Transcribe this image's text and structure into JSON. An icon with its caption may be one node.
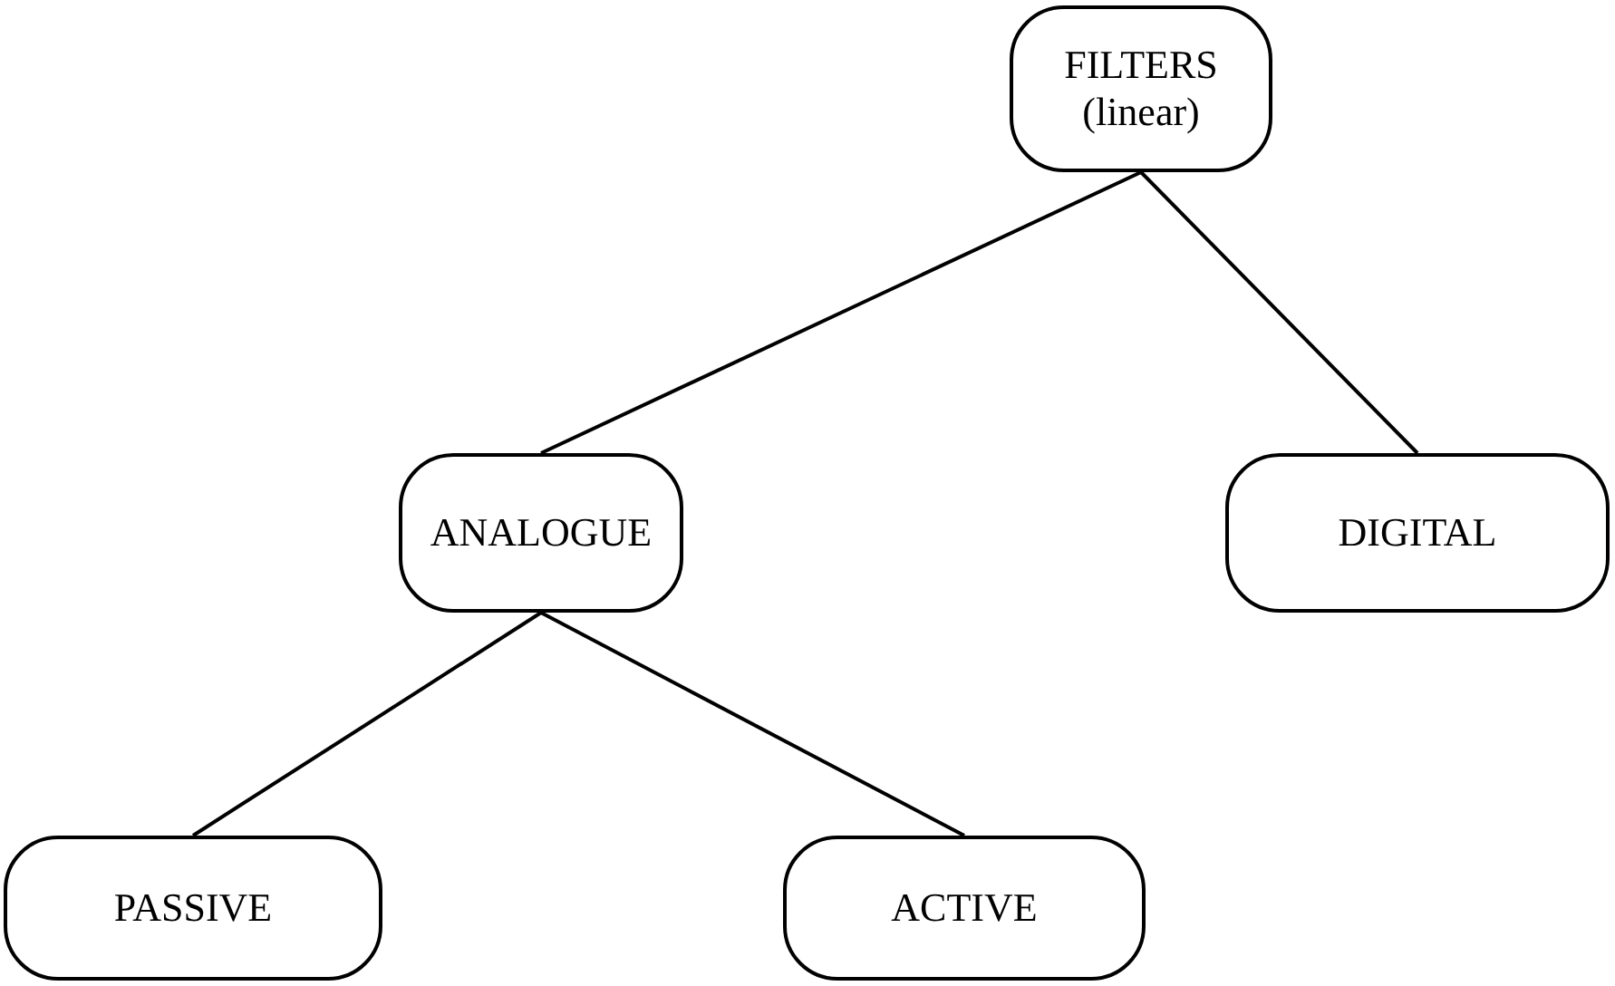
{
  "diagram": {
    "nodes": [
      {
        "text": [
          "FILTERS (linear)"
        ]
      },
      {
        "text": [
          "ANALOGUE"
        ]
      },
      {
        "text": [
          "DIGITAL"
        ]
      },
      {
        "text": [
          "PASSIVE"
        ]
      },
      {
        "text": [
          "ACTIVE"
        ]
      }
    ],
    "edges": [
      {
        "from": 0,
        "to": 1,
        "arrow": "none"
      },
      {
        "from": 0,
        "to": 2,
        "arrow": "none"
      },
      {
        "from": 1,
        "to": 3,
        "arrow": "none"
      },
      {
        "from": 1,
        "to": 4,
        "arrow": "none"
      }
    ]
  }
}
